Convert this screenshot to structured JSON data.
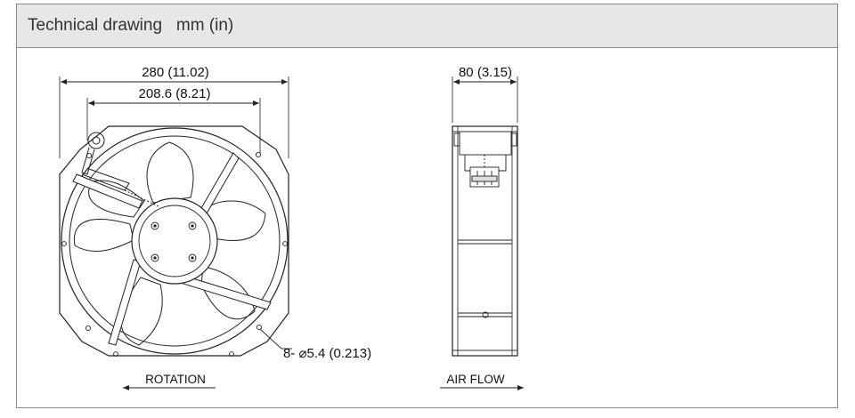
{
  "header": {
    "title": "Technical drawing",
    "units": "mm (in)"
  },
  "front_view": {
    "overall_width": "280 (11.02)",
    "hole_spacing": "208.6 (8.21)",
    "mounting_holes": "8- ⌀5.4 (0.213)",
    "rotation_label": "ROTATION"
  },
  "side_view": {
    "depth": "80 (3.15)",
    "airflow_label": "AIR FLOW"
  }
}
